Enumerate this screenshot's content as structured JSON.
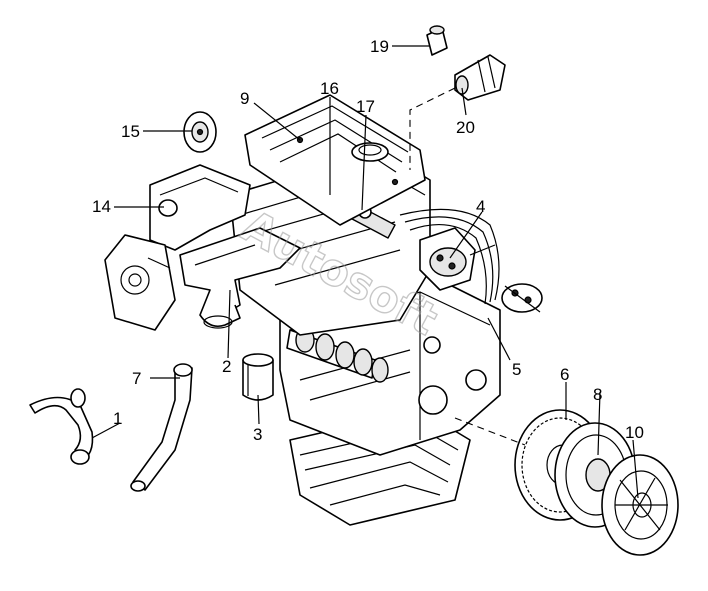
{
  "diagram": {
    "watermark": "Autosoft",
    "callouts": [
      {
        "id": "1",
        "text": "1"
      },
      {
        "id": "2",
        "text": "2"
      },
      {
        "id": "3",
        "text": "3"
      },
      {
        "id": "4",
        "text": "4"
      },
      {
        "id": "5",
        "text": "5"
      },
      {
        "id": "6",
        "text": "6"
      },
      {
        "id": "7",
        "text": "7"
      },
      {
        "id": "8",
        "text": "8"
      },
      {
        "id": "9",
        "text": "9"
      },
      {
        "id": "10",
        "text": "10"
      },
      {
        "id": "14",
        "text": "14"
      },
      {
        "id": "15",
        "text": "15"
      },
      {
        "id": "16",
        "text": "16"
      },
      {
        "id": "17",
        "text": "17"
      },
      {
        "id": "19",
        "text": "19"
      },
      {
        "id": "20",
        "text": "20"
      }
    ]
  }
}
